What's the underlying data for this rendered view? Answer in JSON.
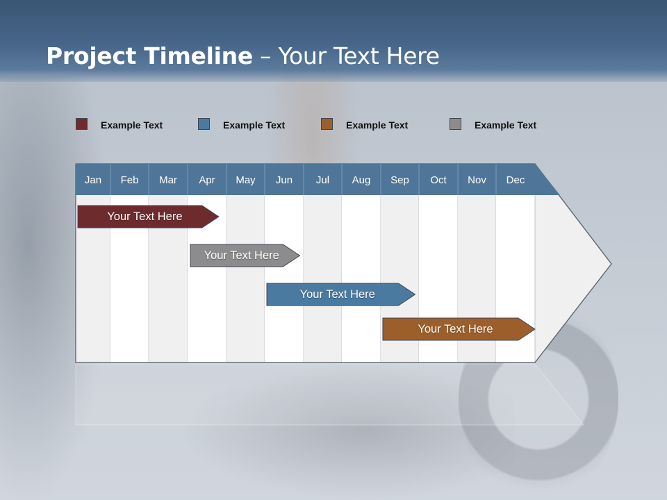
{
  "slide": {
    "title_bold": "Project Timeline",
    "title_rest": " – Your Text Here"
  },
  "legend": [
    {
      "label": "Example Text",
      "color": "#6e2b2e"
    },
    {
      "label": "Example Text",
      "color": "#4b7aa1"
    },
    {
      "label": "Example Text",
      "color": "#9c5f2b"
    },
    {
      "label": "Example Text",
      "color": "#8c8c8c"
    }
  ],
  "colors": {
    "header_band": "#46668a",
    "month_header": "#4f7698",
    "column_light": "#f0f0f0",
    "column_white": "#ffffff"
  },
  "timeline": {
    "months": [
      "Jan",
      "Feb",
      "Mar",
      "Apr",
      "May",
      "Jun",
      "Jul",
      "Aug",
      "Sep",
      "Oct",
      "Nov",
      "Dec"
    ],
    "tasks": [
      {
        "label": "Your  Text Here",
        "color": "#6e2b2e",
        "start_month": 0,
        "end_month": 3.8
      },
      {
        "label": "Your  Text Here",
        "color": "#8c8c8c",
        "start_month": 3.0,
        "end_month": 5.9
      },
      {
        "label": "Your  Text Here",
        "color": "#4b7aa1",
        "start_month": 5.0,
        "end_month": 8.9
      },
      {
        "label": "Your  Text Here",
        "color": "#9c5f2b",
        "start_month": 8.0,
        "end_month": 12.0
      }
    ]
  }
}
